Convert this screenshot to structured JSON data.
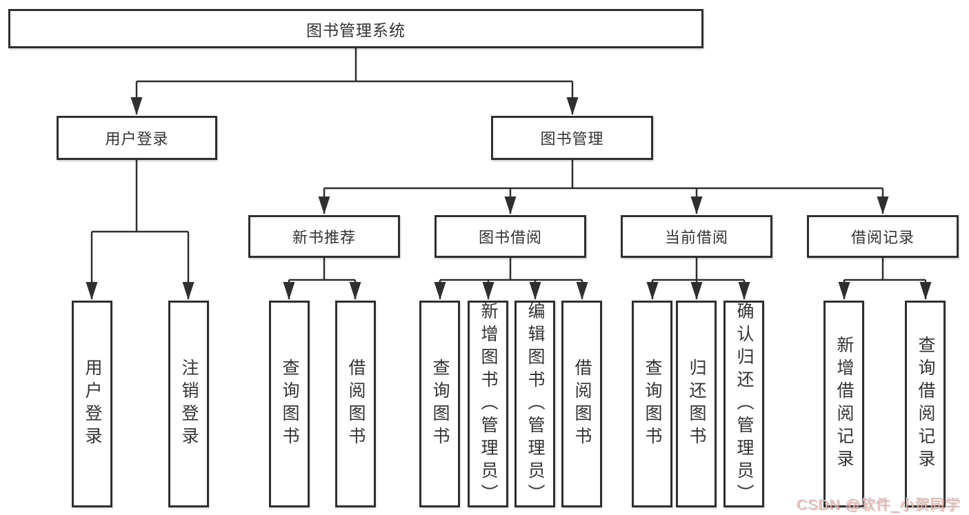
{
  "tree": {
    "root": {
      "label": "图书管理系统",
      "children": [
        {
          "label": "用户登录",
          "children": [
            {
              "label": "用户登录"
            },
            {
              "label": "注销登录"
            }
          ]
        },
        {
          "label": "图书管理",
          "children": [
            {
              "label": "新书推荐",
              "children": [
                {
                  "label": "查询图书"
                },
                {
                  "label": "借阅图书"
                }
              ]
            },
            {
              "label": "图书借阅",
              "children": [
                {
                  "label": "查询图书"
                },
                {
                  "label": "新增图书（管理员）"
                },
                {
                  "label": "编辑图书（管理员）"
                },
                {
                  "label": "借阅图书"
                }
              ]
            },
            {
              "label": "当前借阅",
              "children": [
                {
                  "label": "查询图书"
                },
                {
                  "label": "归还图书"
                },
                {
                  "label": "确认归还（管理员）"
                }
              ]
            },
            {
              "label": "借阅记录",
              "children": [
                {
                  "label": "新增借阅记录"
                },
                {
                  "label": "查询借阅记录"
                }
              ]
            }
          ]
        }
      ]
    }
  },
  "watermark": {
    "text": "CSDN @软件_小贺同学"
  },
  "colors": {
    "line": "#2f2f2f",
    "text": "#333333",
    "background": "#ffffff",
    "watermark_gray": "#c7c7c7",
    "watermark_red": "#f46e5a"
  }
}
